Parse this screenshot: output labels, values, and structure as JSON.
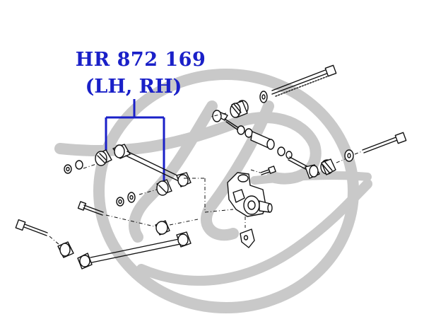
{
  "callout": {
    "part_number": "HR 872 169",
    "sides": "(LH, RH)",
    "color": "#1a20c8"
  },
  "watermark": {
    "icon": "brand-logo-watermark",
    "color": "#c4c4c4"
  },
  "diagram": {
    "line_color": "#111111",
    "parts": [
      "long-bolt-upper",
      "lateral-link-upper",
      "toe-control-rod",
      "knuckle",
      "bushing-upper-left",
      "bushing-upper-right",
      "lower-arm",
      "bolt-left",
      "bolt-right"
    ]
  }
}
